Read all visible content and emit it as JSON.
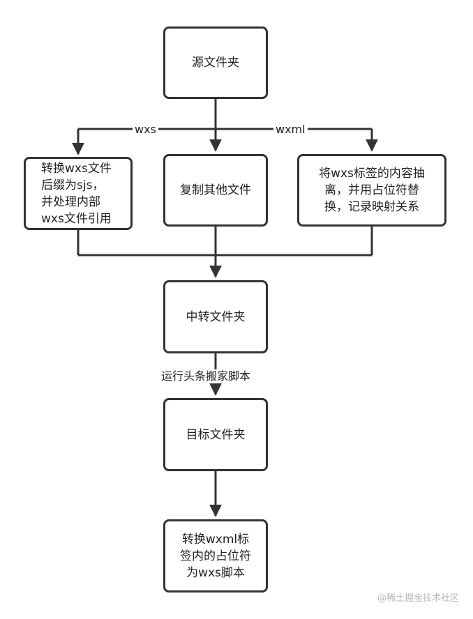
{
  "nodes": {
    "source": "源文件夹",
    "convert_wxs": "转换wxs文件\n后缀为sjs，\n并处理内部\nwxs文件引用",
    "copy_other": "复制其他文件",
    "extract_wxs": "将wxs标签的内容抽\n离，并用占位符替\n换，记录映射关系",
    "transit": "中转文件夹",
    "target": "目标文件夹",
    "replace": "转换wxml标\n签内的占位符\n为wxs脚本"
  },
  "edge_labels": {
    "wxs": "wxs",
    "wxml": "wxml",
    "run_script": "运行头条搬家脚本"
  },
  "watermark": "@稀土掘金技术社区"
}
